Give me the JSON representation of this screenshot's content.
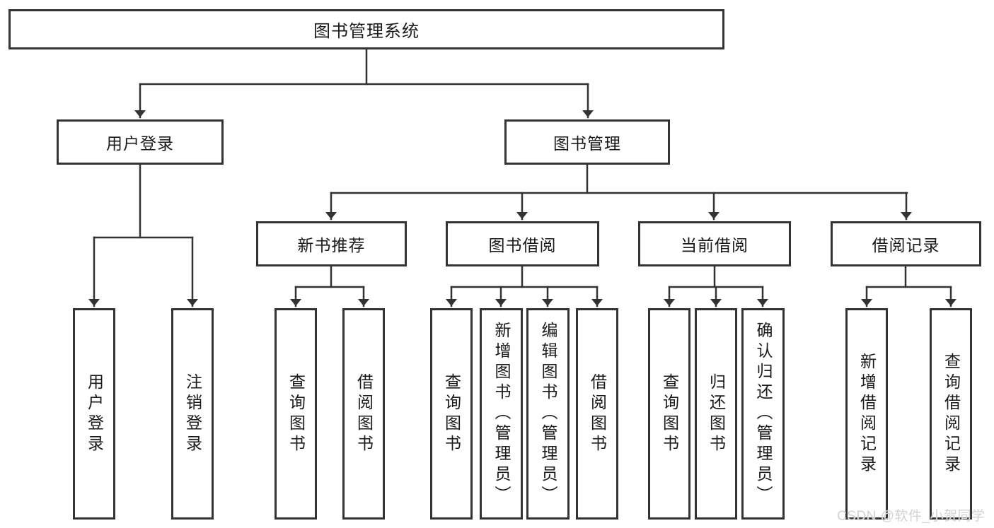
{
  "diagram": {
    "title": "图书管理系统",
    "type": "hierarchy-tree"
  },
  "nodes": {
    "root": "图书管理系统",
    "login": "用户登录",
    "book_mgmt": "图书管理",
    "new_book": "新书推荐",
    "book_borrow": "图书借阅",
    "current_borrow": "当前借阅",
    "borrow_records": "借阅记录",
    "leaf_user_login": "用户登录",
    "leaf_logout": "注销登录",
    "leaf_nb_query": "查询图书",
    "leaf_nb_borrow": "借阅图书",
    "leaf_bb_query": "查询图书",
    "leaf_bb_add": "新增图书（管理员）",
    "leaf_bb_edit": "编辑图书（管理员）",
    "leaf_bb_borrow": "借阅图书",
    "leaf_cb_query": "查询图书",
    "leaf_cb_return": "归还图书",
    "leaf_cb_confirm": "确认归还（管理员）",
    "leaf_br_add": "新增借阅记录",
    "leaf_br_query": "查询借阅记录"
  },
  "hierarchy": {
    "图书管理系统": {
      "用户登录": [
        "用户登录",
        "注销登录"
      ],
      "图书管理": {
        "新书推荐": [
          "查询图书",
          "借阅图书"
        ],
        "图书借阅": [
          "查询图书",
          "新增图书（管理员）",
          "编辑图书（管理员）",
          "借阅图书"
        ],
        "当前借阅": [
          "查询图书",
          "归还图书",
          "确认归还（管理员）"
        ],
        "借阅记录": [
          "新增借阅记录",
          "查询借阅记录"
        ]
      }
    }
  },
  "watermark": "CSDN @软件_小贺同学",
  "colors": {
    "line": "#333333",
    "box_border": "#333333",
    "text": "#1a1a1a",
    "watermark": "#d2d2d2",
    "background": "#ffffff"
  }
}
